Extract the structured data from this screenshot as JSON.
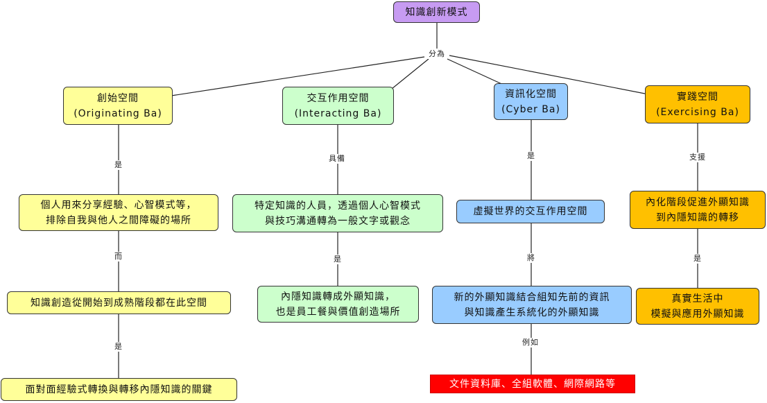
{
  "root": {
    "label": "知識創新模式"
  },
  "root_link": "分為",
  "columns": {
    "originating": {
      "title": "創始空間",
      "subtitle": "(Originating Ba)",
      "link1": "是",
      "node1": [
        "個人用來分享經驗、心智模式等，",
        "排除自我與他人之間障礙的場所"
      ],
      "link2": "而",
      "node2": "知識創造從開始到成熟階段都在此空間",
      "link3": "是",
      "node3": "面對面經驗式轉換與轉移內隱知識的關鍵"
    },
    "interacting": {
      "title": "交互作用空間",
      "subtitle": "(Interacting Ba)",
      "link1": "具備",
      "node1": [
        "特定知識的人員，透過個人心智模式",
        "與技巧溝通轉為一般文字或觀念"
      ],
      "link2": "是",
      "node2": [
        "內隱知識轉成外顯知識，",
        "也是員工餐與價值創造場所"
      ]
    },
    "cyber": {
      "title": "資訊化空間",
      "subtitle": "(Cyber Ba)",
      "link1": "是",
      "node1": "虛擬世界的交互作用空間",
      "link2": "將",
      "node2": [
        "新的外顯知識結合組知先前的資訊",
        "與知識產生系統化的外顯知識"
      ],
      "link3": "例如",
      "node3": "文件資料庫、全組軟體、網際網路等"
    },
    "exercising": {
      "title": "實踐空間",
      "subtitle": "(Exercising Ba)",
      "link1": "支援",
      "node1": [
        "內化階段促進外顯知識",
        "到內隱知識的轉移"
      ],
      "link2": "是",
      "node2": [
        "真實生活中",
        "模擬與應用外顯知識"
      ]
    }
  },
  "colors": {
    "root": "#c79bf2",
    "originating": "#ffff99",
    "interacting": "#ccffcc",
    "cyber": "#99ccff",
    "exercising": "#ffc000",
    "example": "#ff0000"
  }
}
